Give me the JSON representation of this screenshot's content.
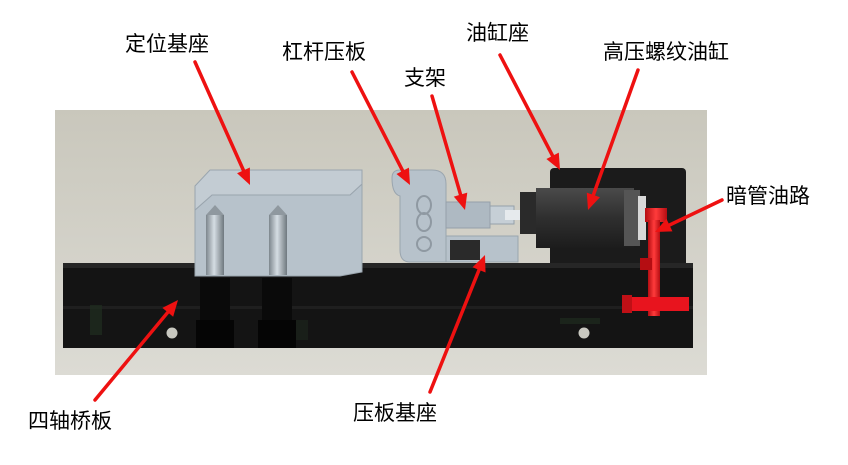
{
  "labels": {
    "dingwei_jizuo": "定位基座",
    "ganggan_yaban": "杠杆压板",
    "zhijia": "支架",
    "yougang_zuo": "油缸座",
    "gaoya_luowen_yougang": "高压螺纹油缸",
    "anguan_youlu": "暗管油路",
    "sizhou_qiaoban": "四轴桥板",
    "yaban_jizuo": "压板基座"
  },
  "colors": {
    "arrow": "#ee1111",
    "background_panel": "#d4d2c8",
    "bridge_plate": "#141414",
    "steel_part": "#b7c2cb",
    "cylinder": "#3a3a3a",
    "oil_line": "#e8141e"
  }
}
